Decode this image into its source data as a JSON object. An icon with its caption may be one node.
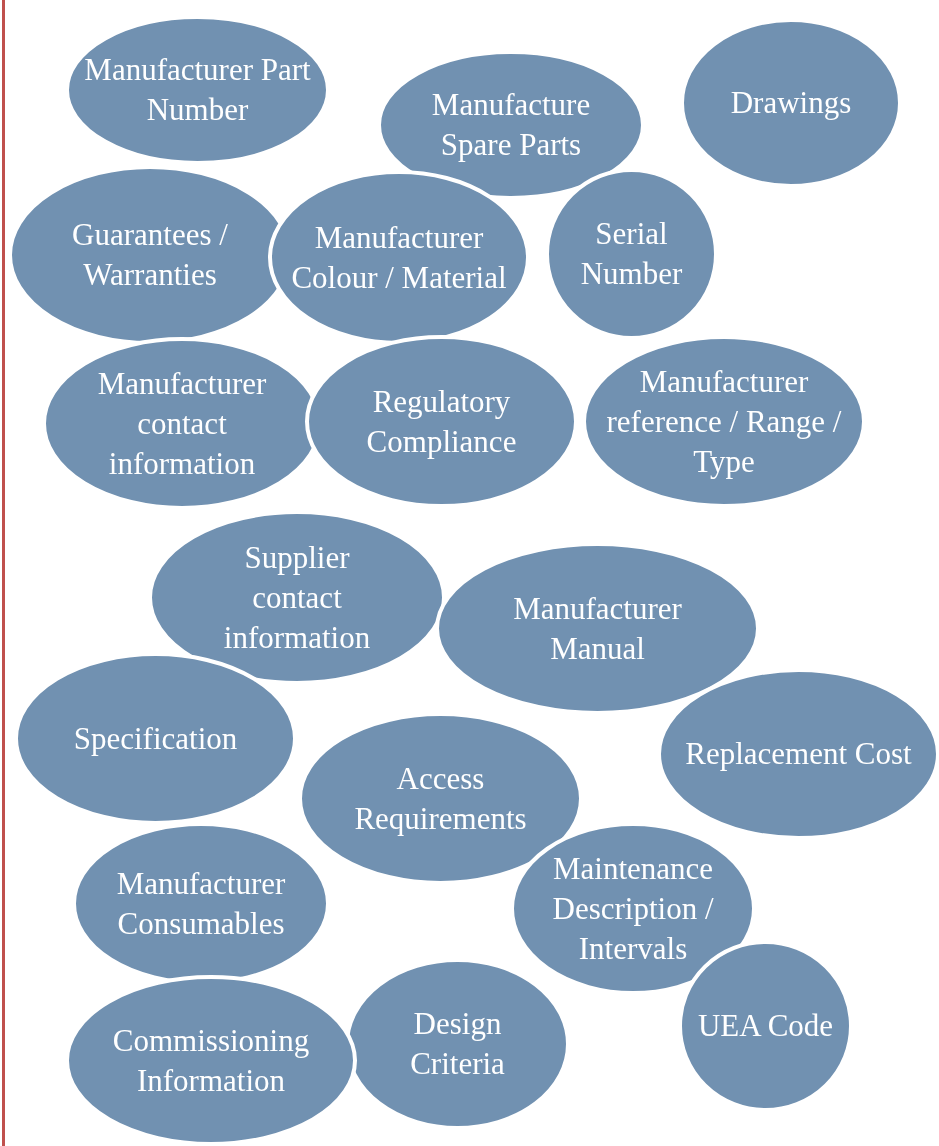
{
  "diagram": {
    "nodes": [
      {
        "text": [
          "Manufacturer Part Number"
        ]
      },
      {
        "text": [
          "Manufacture Spare Parts"
        ]
      },
      {
        "text": [
          "Drawings"
        ]
      },
      {
        "text": [
          "Guarantees / Warranties"
        ]
      },
      {
        "text": [
          "Manufacturer Colour / Material"
        ]
      },
      {
        "text": [
          "Serial Number"
        ]
      },
      {
        "text": [
          "Manufacturer contact information"
        ]
      },
      {
        "text": [
          "Regulatory Compliance"
        ]
      },
      {
        "text": [
          "Manufacturer reference / Range / Type"
        ]
      },
      {
        "text": [
          "Supplier contact information"
        ]
      },
      {
        "text": [
          "Manufacturer Manual"
        ]
      },
      {
        "text": [
          "Specification"
        ]
      },
      {
        "text": [
          "Replacement Cost"
        ]
      },
      {
        "text": [
          "Access Requirements"
        ]
      },
      {
        "text": [
          "Manufacturer Consumables"
        ]
      },
      {
        "text": [
          "Maintenance Description / Intervals"
        ]
      },
      {
        "text": [
          "UEA Code"
        ]
      },
      {
        "text": [
          "Design Criteria"
        ]
      },
      {
        "text": [
          "Commissioning Information"
        ]
      }
    ]
  }
}
